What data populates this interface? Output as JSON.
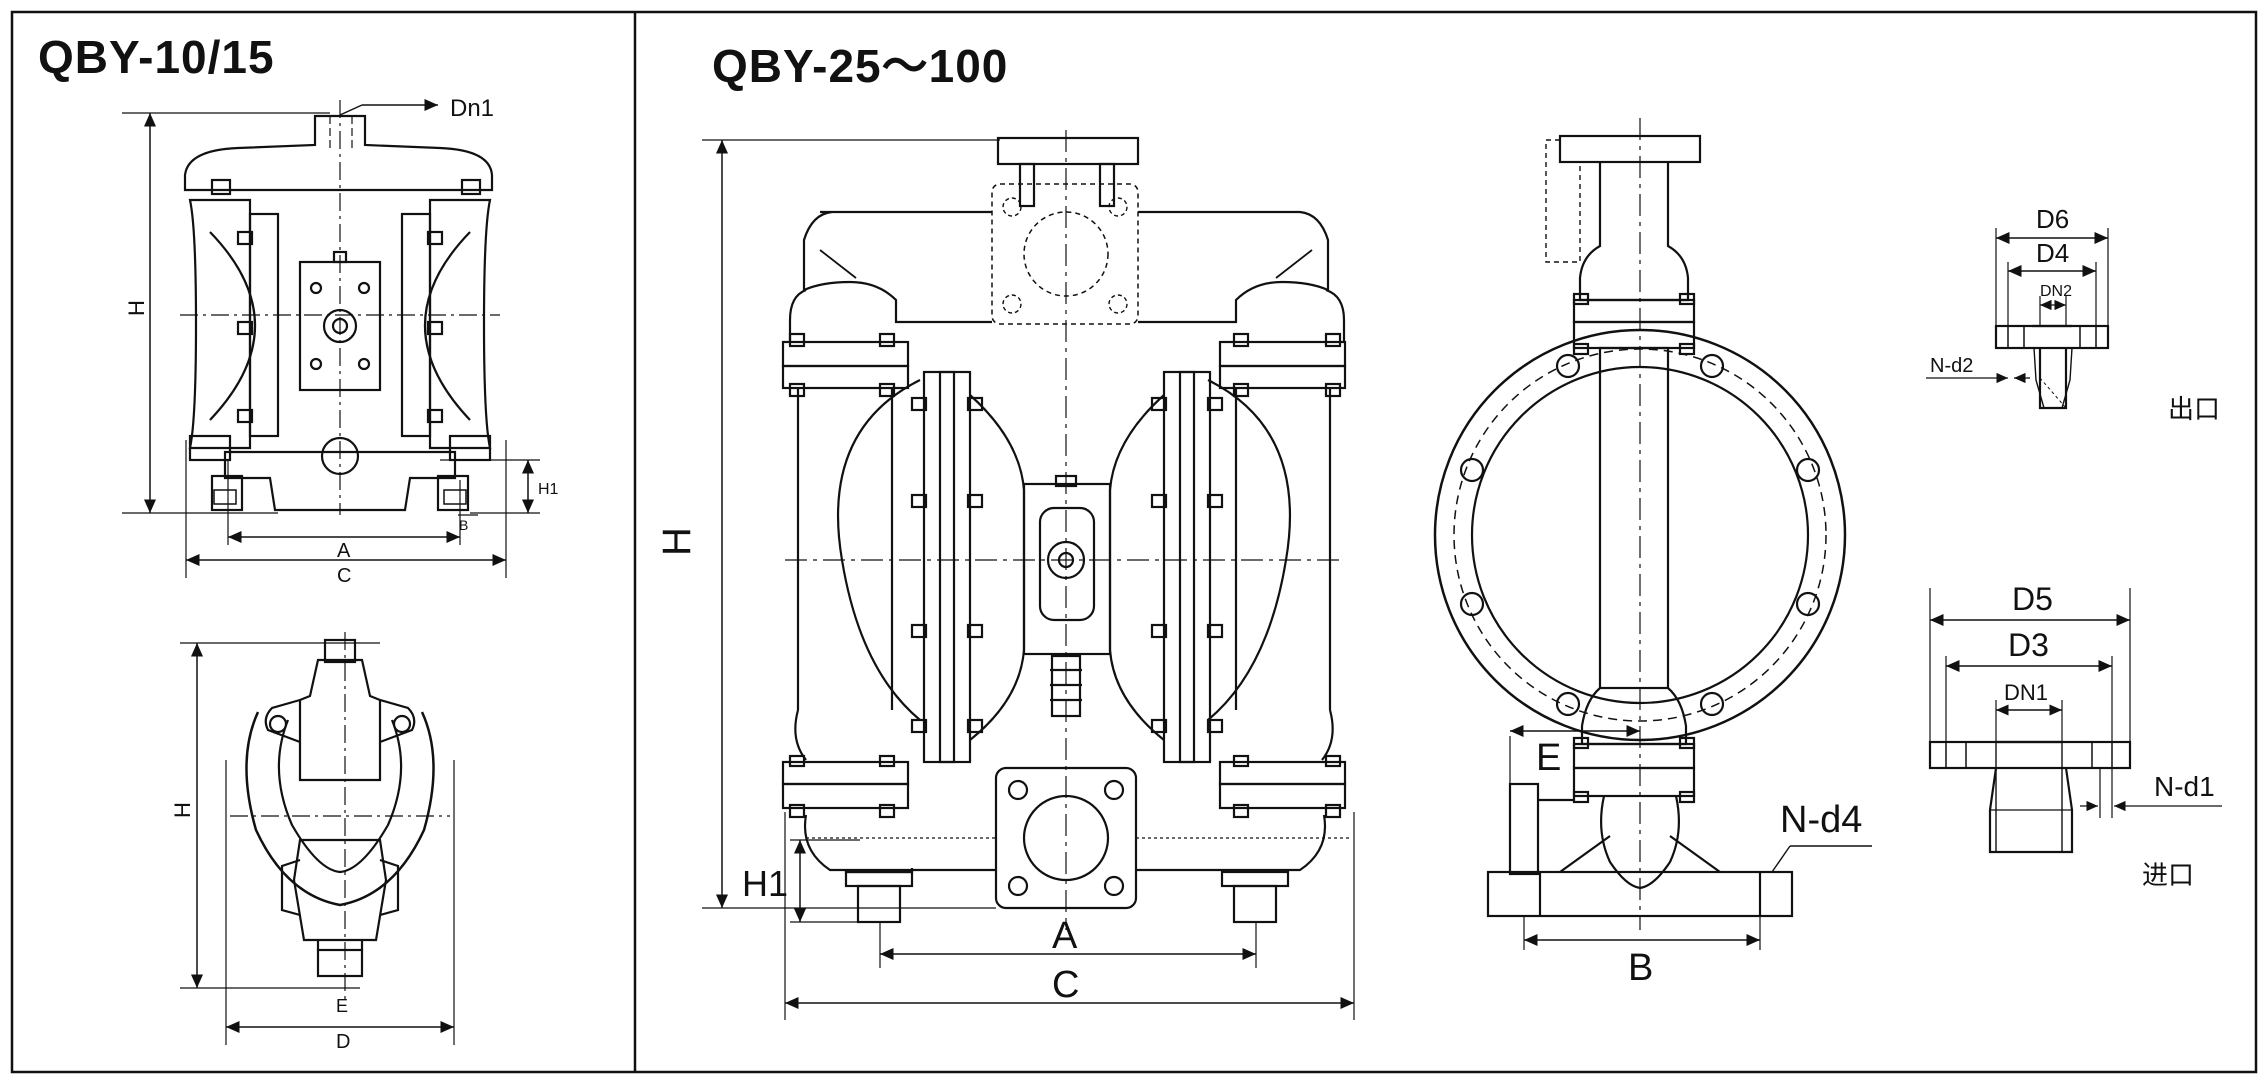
{
  "panels": {
    "left": {
      "title": "QBY-10/15"
    },
    "right": {
      "title": "QBY-25～100"
    }
  },
  "left_front": {
    "dn1": "Dn1",
    "h": "H",
    "h1": "H1",
    "b": "B",
    "a": "A",
    "c": "C"
  },
  "left_side": {
    "h": "H",
    "e": "E",
    "d": "D"
  },
  "main_front": {
    "h": "H",
    "h1": "H1",
    "a": "A",
    "c": "C"
  },
  "main_side": {
    "e": "E",
    "nd4": "N-d4",
    "b": "B"
  },
  "outlet_flange": {
    "d6": "D6",
    "d4": "D4",
    "dn2": "DN2",
    "nd2": "N-d2",
    "label": "出口"
  },
  "inlet_flange": {
    "d5": "D5",
    "d3": "D3",
    "dn1": "DN1",
    "nd1": "N-d1",
    "label": "进口"
  },
  "colors": {
    "line": "#111111",
    "background": "#ffffff"
  }
}
